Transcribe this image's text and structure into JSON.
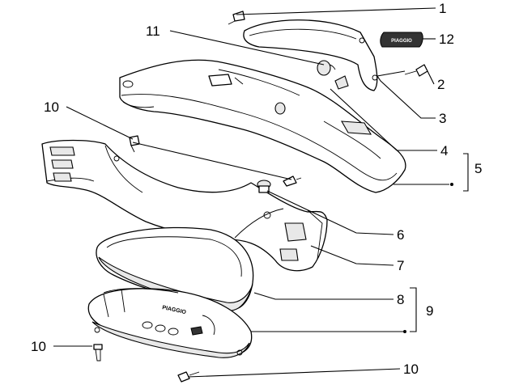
{
  "callouts": [
    {
      "id": "1a",
      "label": "1"
    },
    {
      "id": "12",
      "label": "12"
    },
    {
      "id": "11",
      "label": "11"
    },
    {
      "id": "2",
      "label": "2"
    },
    {
      "id": "3",
      "label": "3"
    },
    {
      "id": "10a",
      "label": "10"
    },
    {
      "id": "4",
      "label": "4"
    },
    {
      "id": "5",
      "label": "5"
    },
    {
      "id": "6",
      "label": "6"
    },
    {
      "id": "7",
      "label": "7"
    },
    {
      "id": "8",
      "label": "8"
    },
    {
      "id": "9",
      "label": "9"
    },
    {
      "id": "10b",
      "label": "10"
    },
    {
      "id": "10c",
      "label": "10"
    }
  ],
  "logos": {
    "badge_text": "PIAGGIO",
    "gauge_text": "PIAGGIO"
  }
}
